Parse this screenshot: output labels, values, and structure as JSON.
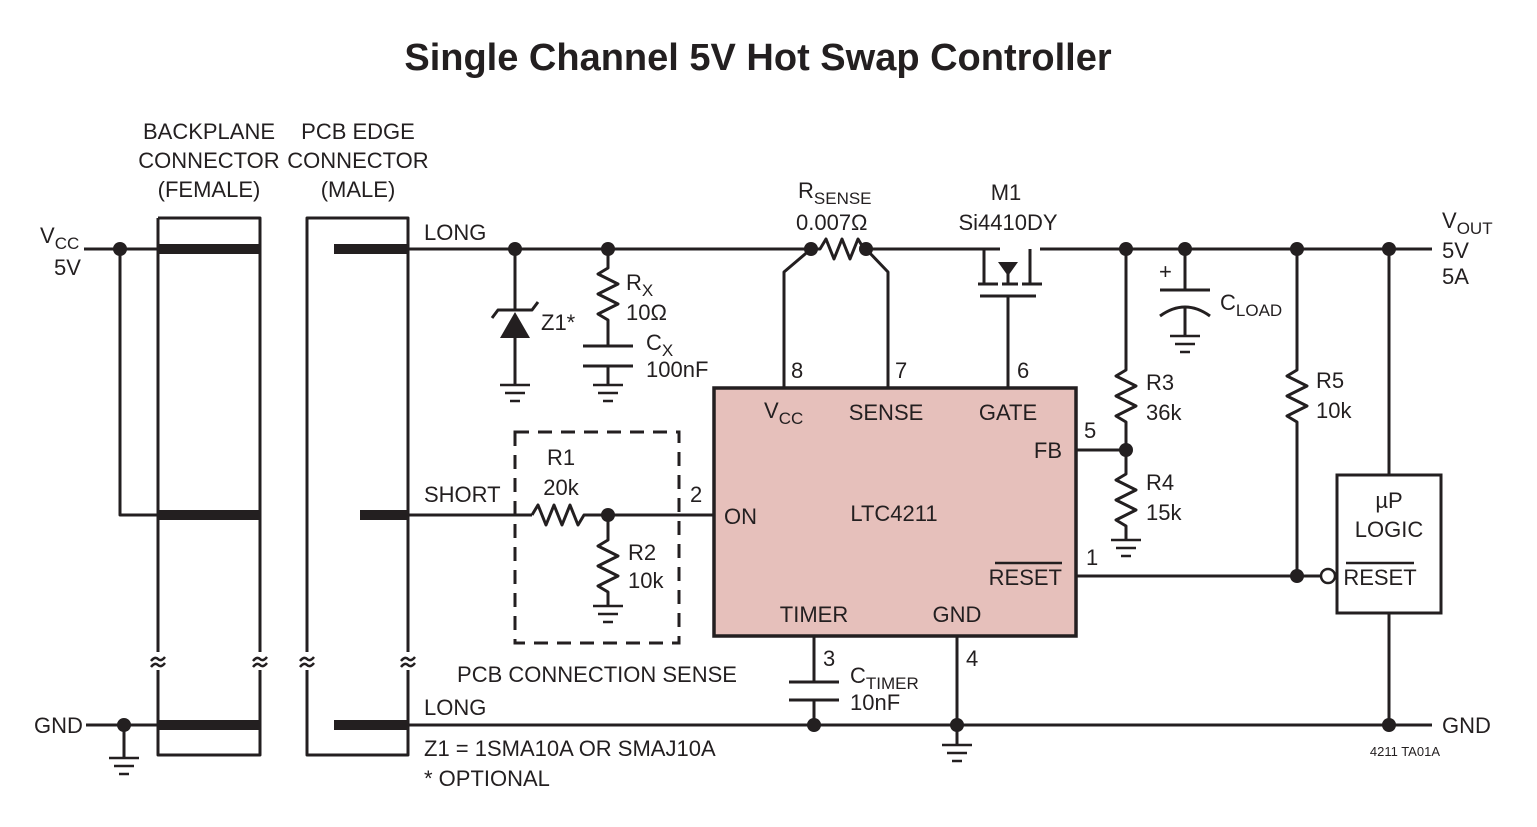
{
  "title": "Single Channel 5V Hot Swap Controller",
  "connectors": {
    "backplane": [
      "BACKPLANE",
      "CONNECTOR",
      "(FEMALE)"
    ],
    "pcb_edge": [
      "PCB EDGE",
      "CONNECTOR",
      "(MALE)"
    ]
  },
  "supply": {
    "vcc_main": "V",
    "vcc_sub": "CC",
    "vcc_value": "5V",
    "gnd": "GND"
  },
  "pins_labels": {
    "long_top": "LONG",
    "short": "SHORT",
    "long_bottom": "LONG"
  },
  "components": {
    "rsense_main": "R",
    "rsense_sub": "SENSE",
    "rsense_value": "0.007Ω",
    "m1_name": "M1",
    "m1_part": "Si4410DY",
    "z1": "Z1*",
    "rx_main": "R",
    "rx_sub": "X",
    "rx_value": "10Ω",
    "cx_main": "C",
    "cx_sub": "X",
    "cx_value": "100nF",
    "cload_main": "C",
    "cload_sub": "LOAD",
    "cload_plus": "+",
    "r1_name": "R1",
    "r1_value": "20k",
    "r2_name": "R2",
    "r2_value": "10k",
    "r3_name": "R3",
    "r3_value": "36k",
    "r4_name": "R4",
    "r4_value": "15k",
    "r5_name": "R5",
    "r5_value": "10k",
    "ctimer_main": "C",
    "ctimer_sub": "TIMER",
    "ctimer_value": "10nF"
  },
  "output": {
    "vout_main": "V",
    "vout_sub": "OUT",
    "vout_voltage": "5V",
    "vout_current": "5A",
    "gnd": "GND"
  },
  "ic": {
    "name": "LTC4211",
    "pin_vcc_main": "V",
    "pin_vcc_sub": "CC",
    "pin_sense": "SENSE",
    "pin_gate": "GATE",
    "pin_fb": "FB",
    "pin_on": "ON",
    "pin_reset": "RESET",
    "pin_timer": "TIMER",
    "pin_gnd": "GND",
    "num_8": "8",
    "num_7": "7",
    "num_6": "6",
    "num_5": "5",
    "num_2": "2",
    "num_1": "1",
    "num_3": "3",
    "num_4": "4"
  },
  "up_logic": {
    "line1": "µP",
    "line2": "LOGIC",
    "reset": "RESET"
  },
  "sense_box_label": "PCB CONNECTION SENSE",
  "notes": [
    "Z1 = 1SMA10A OR SMAJ10A",
    "* OPTIONAL"
  ],
  "figure_id": "4211 TA01A"
}
